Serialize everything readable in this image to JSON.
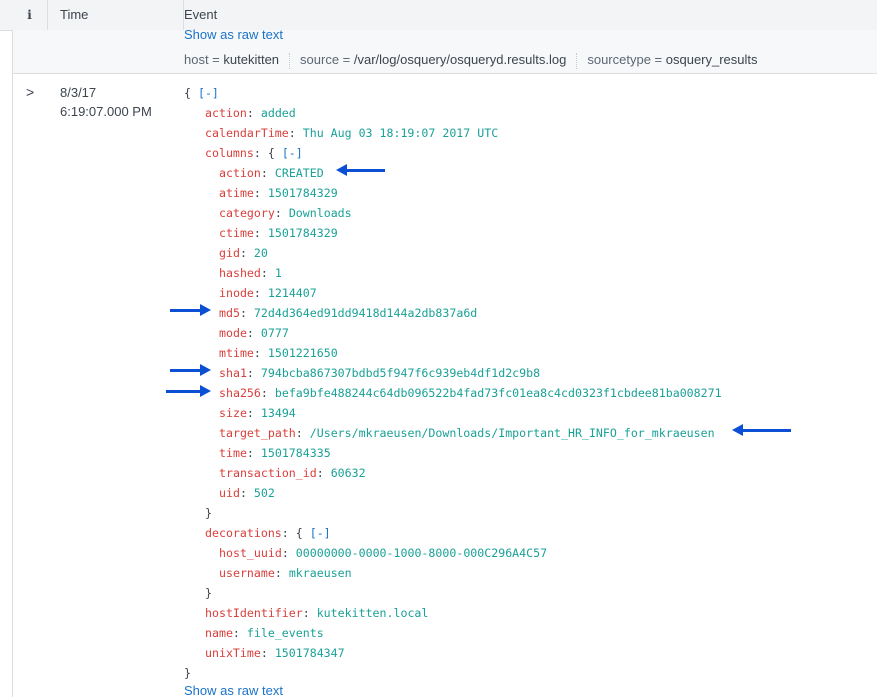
{
  "header": {
    "info": "i",
    "time": "Time",
    "event": "Event"
  },
  "row1": {
    "show_raw": "Show as raw text",
    "host_label": "host = ",
    "host_value": "kutekitten",
    "source_label": "source = ",
    "source_value": "/var/log/osquery/osqueryd.results.log",
    "sourcetype_label": "sourcetype = ",
    "sourcetype_value": "osquery_results"
  },
  "row2": {
    "expander": ">",
    "date": "8/3/17",
    "time": "6:19:07.000 PM",
    "show_raw": "Show as raw text"
  },
  "json": {
    "open": "{ ",
    "collapse": "[-]",
    "close": "}",
    "action_key": "action",
    "action_val": "added",
    "calendarTime_key": "calendarTime",
    "calendarTime_val": "Thu Aug 03 18:19:07 2017 UTC",
    "columns_key": "columns",
    "columns": [
      {
        "k": "action",
        "v": "CREATED"
      },
      {
        "k": "atime",
        "v": "1501784329"
      },
      {
        "k": "category",
        "v": "Downloads"
      },
      {
        "k": "ctime",
        "v": "1501784329"
      },
      {
        "k": "gid",
        "v": "20"
      },
      {
        "k": "hashed",
        "v": "1"
      },
      {
        "k": "inode",
        "v": "1214407"
      },
      {
        "k": "md5",
        "v": "72d4d364ed91dd9418d144a2db837a6d"
      },
      {
        "k": "mode",
        "v": "0777"
      },
      {
        "k": "mtime",
        "v": "1501221650"
      },
      {
        "k": "sha1",
        "v": "794bcba867307bdbd5f947f6c939eb4df1d2c9b8"
      },
      {
        "k": "sha256",
        "v": "befa9bfe488244c64db096522b4fad73fc01ea8c4cd0323f1cbdee81ba008271"
      },
      {
        "k": "size",
        "v": "13494"
      },
      {
        "k": "target_path",
        "v": "/Users/mkraeusen/Downloads/Important_HR_INFO_for_mkraeusen"
      },
      {
        "k": "time",
        "v": "1501784335"
      },
      {
        "k": "transaction_id",
        "v": "60632"
      },
      {
        "k": "uid",
        "v": "502"
      }
    ],
    "decorations_key": "decorations",
    "decorations": [
      {
        "k": "host_uuid",
        "v": "00000000-0000-1000-8000-000C296A4C57"
      },
      {
        "k": "username",
        "v": "mkraeusen"
      }
    ],
    "hostIdentifier_key": "hostIdentifier",
    "hostIdentifier_val": "kutekitten.local",
    "name_key": "name",
    "name_val": "file_events",
    "unixTime_key": "unixTime",
    "unixTime_val": "1501784347"
  },
  "colors": {
    "key": "#d93f3c",
    "value": "#1aa197",
    "link": "#1a73c8",
    "arrow": "#0a4fd4"
  }
}
